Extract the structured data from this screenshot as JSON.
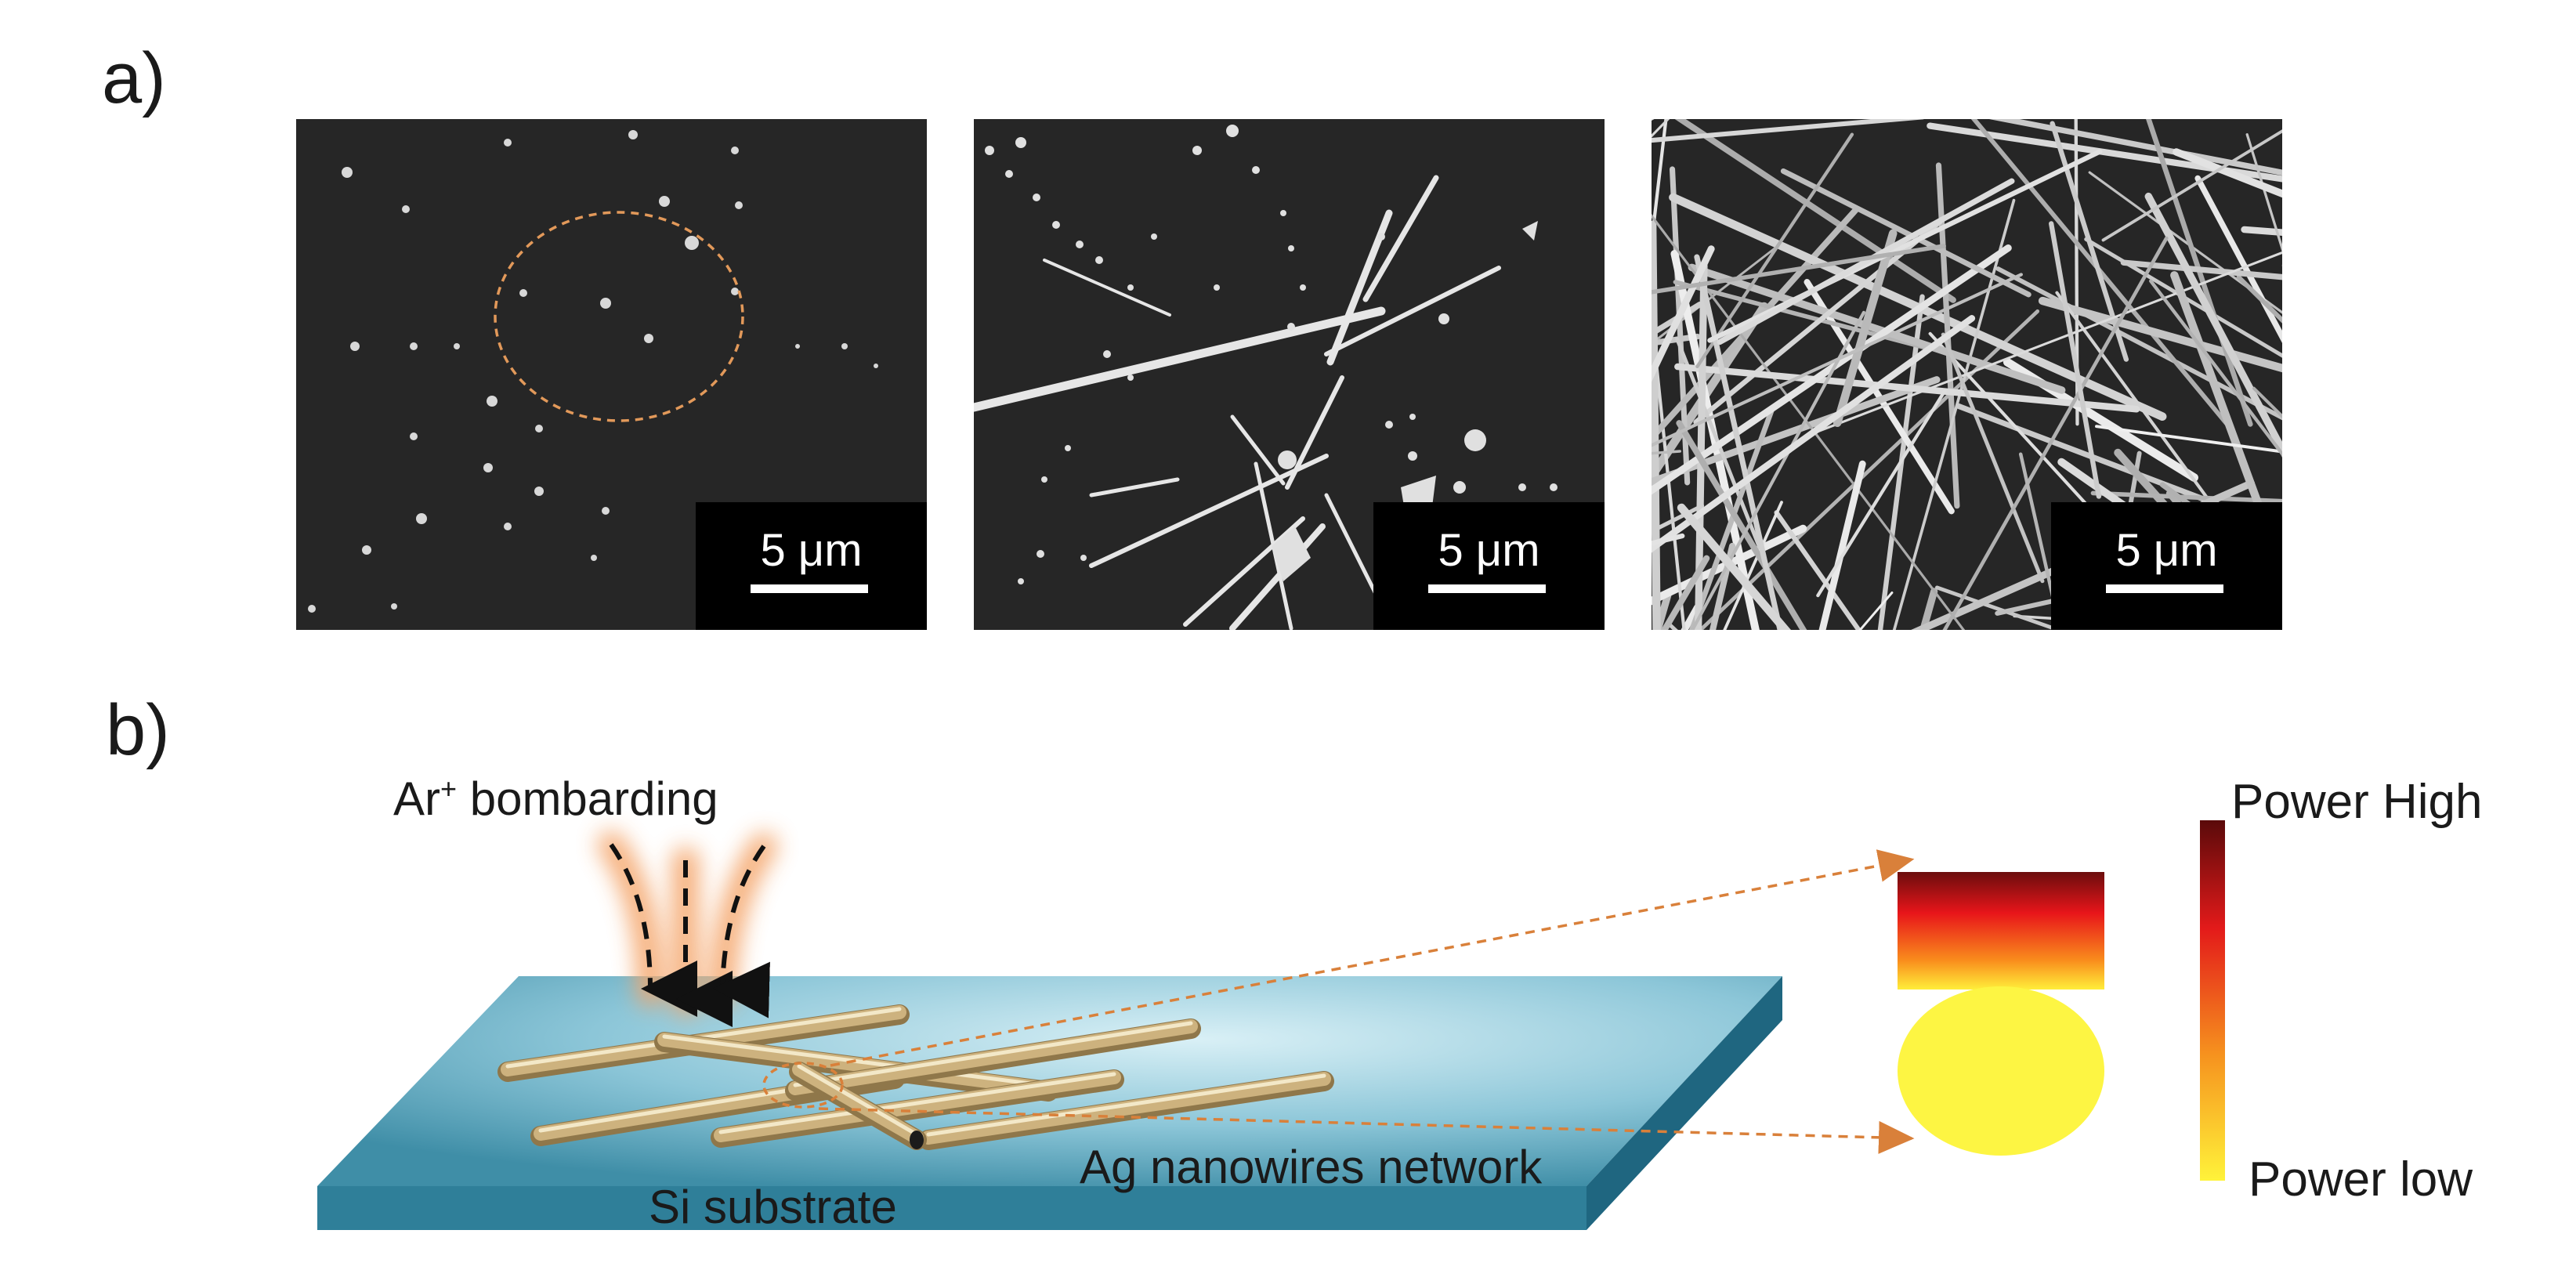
{
  "panel_a": {
    "label": "a)",
    "images": [
      {
        "scale_label": "5 μm"
      },
      {
        "scale_label": "5 μm"
      },
      {
        "scale_label": "5 μm"
      }
    ]
  },
  "panel_b": {
    "label": "b)",
    "ar_label_main": "Ar",
    "ar_label_sup": "+",
    "ar_label_rest": " bombarding",
    "substrate_label": "Si substrate",
    "network_label": "Ag nanowires network",
    "power_high_label": "Power High",
    "power_low_label": "Power low"
  },
  "colors": {
    "substrate": "#5fa9bd",
    "nanowire": "#c9b27f",
    "arrow_glow": "#f4a469",
    "dashed_orange": "#d9803a",
    "heat_top": "#6b0d0d",
    "heat_mid": "#e8151a",
    "heat_low": "#fff23a"
  }
}
